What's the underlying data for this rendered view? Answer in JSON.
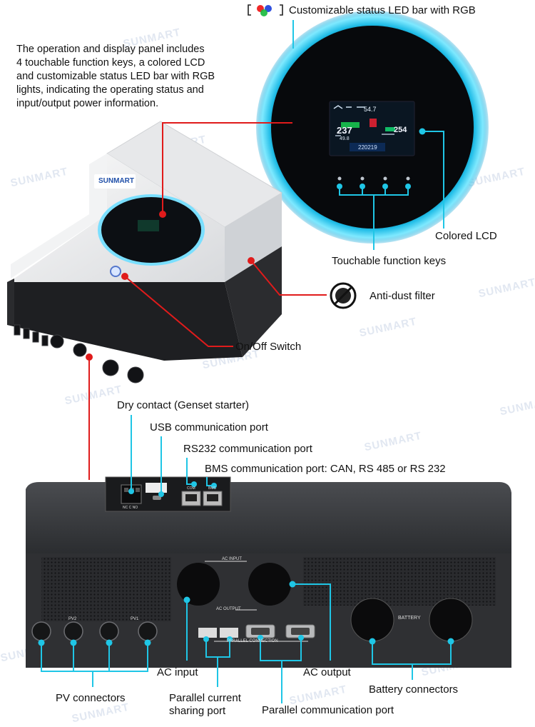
{
  "watermark": "SUNMART",
  "intro": [
    "The operation and display panel includes",
    "4 touchable function keys, a colored LCD",
    "and customizable status LED bar with RGB",
    "lights, indicating the operating status and",
    "input/output power information."
  ],
  "labels": {
    "led_bar": "Customizable status LED bar with RGB",
    "colored_lcd": "Colored LCD",
    "function_keys": "Touchable function keys",
    "anti_dust": "Anti-dust filter",
    "on_off": "On/Off Switch",
    "dry_contact": "Dry contact (Genset starter)",
    "usb": "USB communication port",
    "rs232": "RS232 communication port",
    "bms": "BMS communication port: CAN, RS 485 or RS 232",
    "ac_input": "AC input",
    "ac_output": "AC output",
    "pv_connectors": "PV connectors",
    "parallel_current_1": "Parallel current",
    "parallel_current_2": "sharing port",
    "parallel_comm": "Parallel communication port",
    "battery_connectors": "Battery connectors"
  },
  "panel_print": {
    "ac_input": "AC INPUT",
    "ac_output": "AC OUTPUT",
    "parallel_connection": "PARALLEL CONNECTION",
    "battery": "BATTERY",
    "pv1": "PV1",
    "pv2": "PV2",
    "com": "COM",
    "bms": "BMS",
    "dry": "NC  C  NO"
  },
  "lcd": {
    "top": "54.7",
    "left": "237",
    "left_small": "49.8",
    "right": "254",
    "date": "220219"
  },
  "colors": {
    "accent_line": "#1fc6e6",
    "red_line": "#e01b1b",
    "ring_glow": "#33d6ff"
  }
}
